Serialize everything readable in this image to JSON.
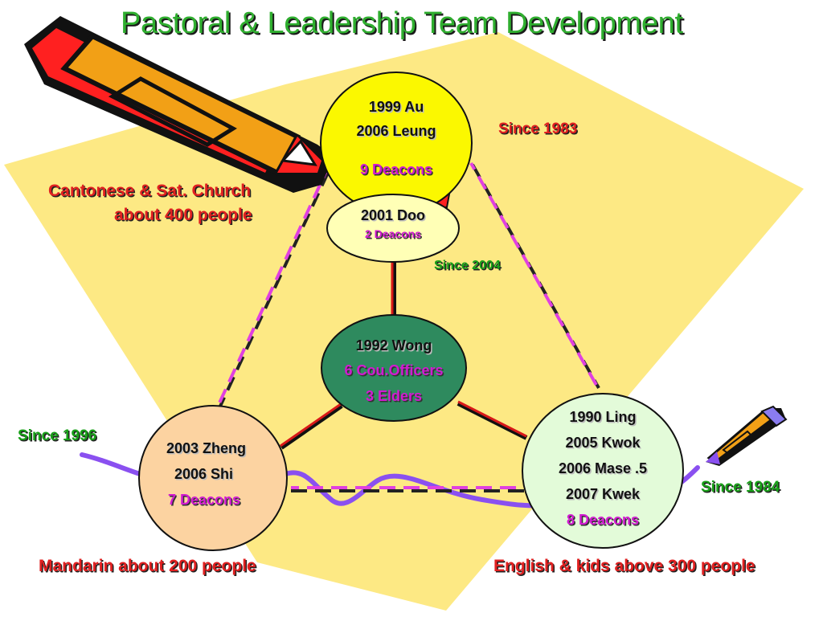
{
  "title": "Pastoral & Leadership Team Development",
  "colors": {
    "background_shape": "#fde984",
    "top_circle": "#fbf800",
    "small_circle": "#ffffb6",
    "center_circle": "#2e8a5e",
    "left_circle": "#fcd3a1",
    "right_circle": "#e3fbd9",
    "title": "#2fae2f",
    "labels_red": "#e02020",
    "labels_green": "#18a018",
    "deacons": "#d21ad2",
    "dashed_magenta": "#e040e0",
    "connector_red": "#d81818",
    "wave": "#8a50f0"
  },
  "labels": {
    "cantonese_line1": "Cantonese & Sat. Church",
    "cantonese_line2": "about  400 people",
    "since_1983": "Since 1983",
    "since_2004": "Since 2004",
    "since_1996": "Since 1996",
    "since_1984": "Since 1984",
    "mandarin": "Mandarin about 200 people",
    "english": "English & kids above 300 people"
  },
  "nodes": {
    "top": {
      "line1": "1999 Au",
      "line2": "2006 Leung",
      "deacons": "9 Deacons"
    },
    "small": {
      "line1": "2001 Doo",
      "deacons": "2 Deacons"
    },
    "center": {
      "line1": "1992 Wong",
      "line2": "6 Cou.Officers",
      "line3": "3 Elders"
    },
    "left": {
      "line1": "2003 Zheng",
      "line2": "2006 Shi",
      "deacons": "7 Deacons"
    },
    "right": {
      "line1": "1990 Ling",
      "line2": "2005 Kwok",
      "line3": "2006 Mase .5",
      "line4": "2007 Kwek",
      "deacons": "8 Deacons"
    }
  },
  "icons": [
    "pencil-large-icon",
    "pencil-small-icon"
  ]
}
